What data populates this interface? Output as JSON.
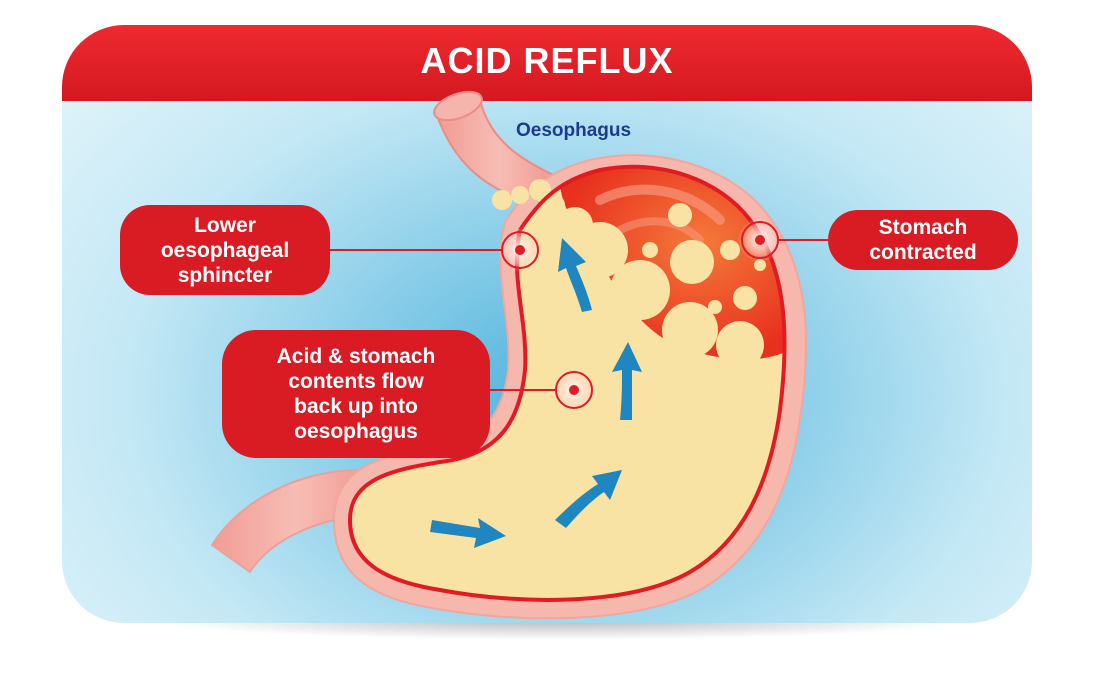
{
  "title": "ACID REFLUX",
  "labels": {
    "oesophagus": "Oesophagus",
    "sphincter": [
      "Lower",
      "oesophageal",
      "sphincter"
    ],
    "stomach": [
      "Stomach",
      "contracted"
    ],
    "flow": [
      "Acid & stomach",
      "contents flow",
      "back up into",
      "oesophagus"
    ]
  },
  "colors": {
    "header_red": "#e01e26",
    "label_red": "#d91c24",
    "stomach_lining": "#e21b23",
    "stomach_outer": "#f5b1a8",
    "contents": "#f8e3a4",
    "acid": "#ee3f24",
    "arrow_blue": "#1f86bf",
    "oesophagus_text": "#1d3a8f"
  }
}
